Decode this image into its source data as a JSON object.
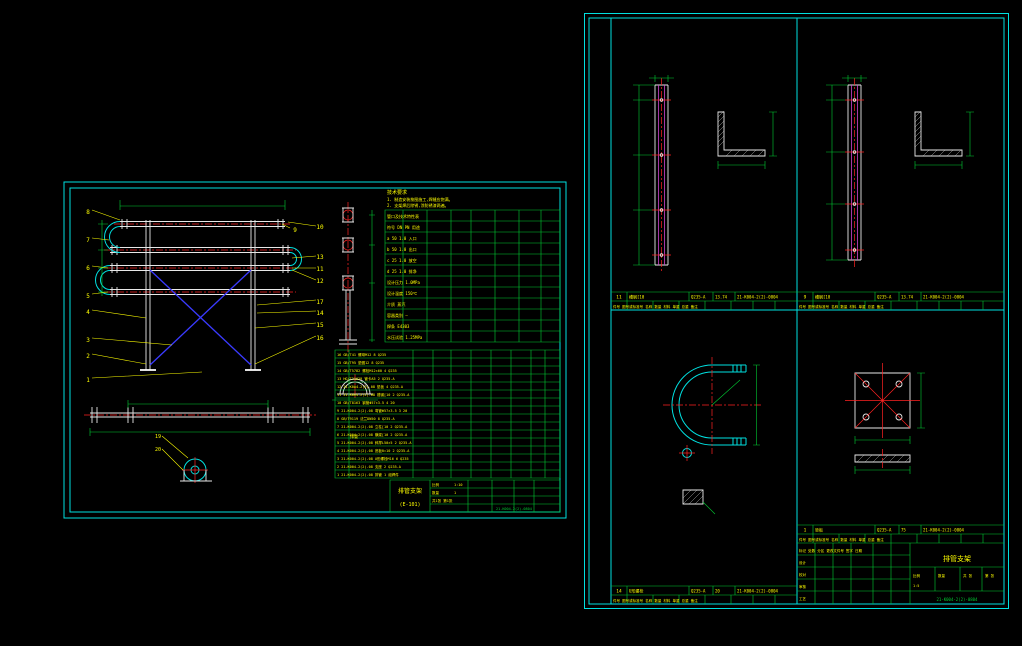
{
  "left": {
    "balloons_left": [
      "8",
      "7",
      "6",
      "5",
      "4",
      "3",
      "2",
      "1"
    ],
    "balloon_9": "9",
    "balloons_right": [
      "10",
      "13",
      "11",
      "12",
      "17",
      "14",
      "15",
      "16"
    ],
    "detail_balloons": [
      "19",
      "20"
    ],
    "notes": [
      "技术要求",
      "1. 制造安装按图施工,焊缝应饱满。",
      "2. 支架焊后除锈,涂防锈漆两遍。"
    ],
    "spec_rows": [
      "管口及技术特性表",
      "符号 DN PN 用途",
      "a 50 1.0 入口",
      "b 50 1.0 出口",
      "c 25 1.0 放空",
      "d 25 1.0 排净",
      "设计压力 1.0MPa",
      "设计温度 150℃",
      "介质 蒸汽",
      "容器类别 —",
      "焊条 E4303",
      "水压试验 1.25MPa"
    ],
    "bom_rows": [
      "16 GB/T41 螺母M12 8 Q235",
      "15 GB/T95 垫圈12 8 Q235",
      "14 GB/T5782 螺栓M12×60 4 Q235",
      "13 HG/T21629 管卡A5 2 Q235-A",
      "12 21-K004-2(2)-08 垫板 4 Q235-A",
      "11 21-K004-2(2)-08 槽钢[10 2 Q235-A",
      "10 GB/T8163 钢管Φ57×3.5 4 20",
      "9 21-K004-2(2)-08 弯管Φ57×3.5 3 20",
      "8 GB/T9119 法兰DN50 8 Q235-A",
      "7 21-K004-2(2)-08 立柱[10 2 Q235-A",
      "6 21-K004-2(2)-08 横梁[10 2 Q235-A",
      "5 21-K004-2(2)-08 斜撑L50×5 2 Q235-A",
      "4 21-K004-2(2)-08 底板δ=10 2 Q235-A",
      "3 21-K004-2(2)-08 U形螺栓M16 6 Q235",
      "2 21-K004-2(2)-08 支座 2 Q235-A",
      "1 21-K004-2(2)-08 排管 1 组焊件"
    ],
    "pipe_caption": "排管",
    "title_block": {
      "title": "排管支架",
      "code": "(E-101)",
      "scale_label": "比例",
      "scale": "1:10",
      "qty_label": "数量",
      "qty": "1",
      "sheet": "共1张 第1张",
      "dwg": "21-K004-2(2)-0804"
    }
  },
  "right": {
    "header": "件号 图号或标准号 名称 数量 材料 单重 总重 备注",
    "tl": {
      "no": "11",
      "name": "槽钢[10",
      "mat": "Q235-A",
      "wt": "13.74",
      "code": "21-K004-2(2)-0804"
    },
    "tr": {
      "no": "9",
      "name": "槽钢[10",
      "mat": "Q235-A",
      "wt": "13.74",
      "code": "21-K004-2(2)-0804"
    },
    "bl": {
      "no": "14",
      "name": "U形螺栓",
      "mat": "Q235-A",
      "wt": "20",
      "code": "21-K004-2(2)-0804"
    },
    "br": {
      "no": "1",
      "name": "垫板",
      "mat": "Q235-A",
      "wt": "75",
      "code": "21-K004-2(2)-0804"
    },
    "title_block": {
      "rev_row": "标记 处数 分区 更改文件号 签字 日期",
      "design": "设计",
      "check": "校对",
      "review": "审核",
      "craft": "工艺",
      "title": "排管支架",
      "code": "21-K004-2(2)-0804",
      "scale_label": "比例",
      "scale": "1:5",
      "qty_label": "数量",
      "sheet_l": "共 张",
      "sheet_r": "第 张"
    }
  }
}
